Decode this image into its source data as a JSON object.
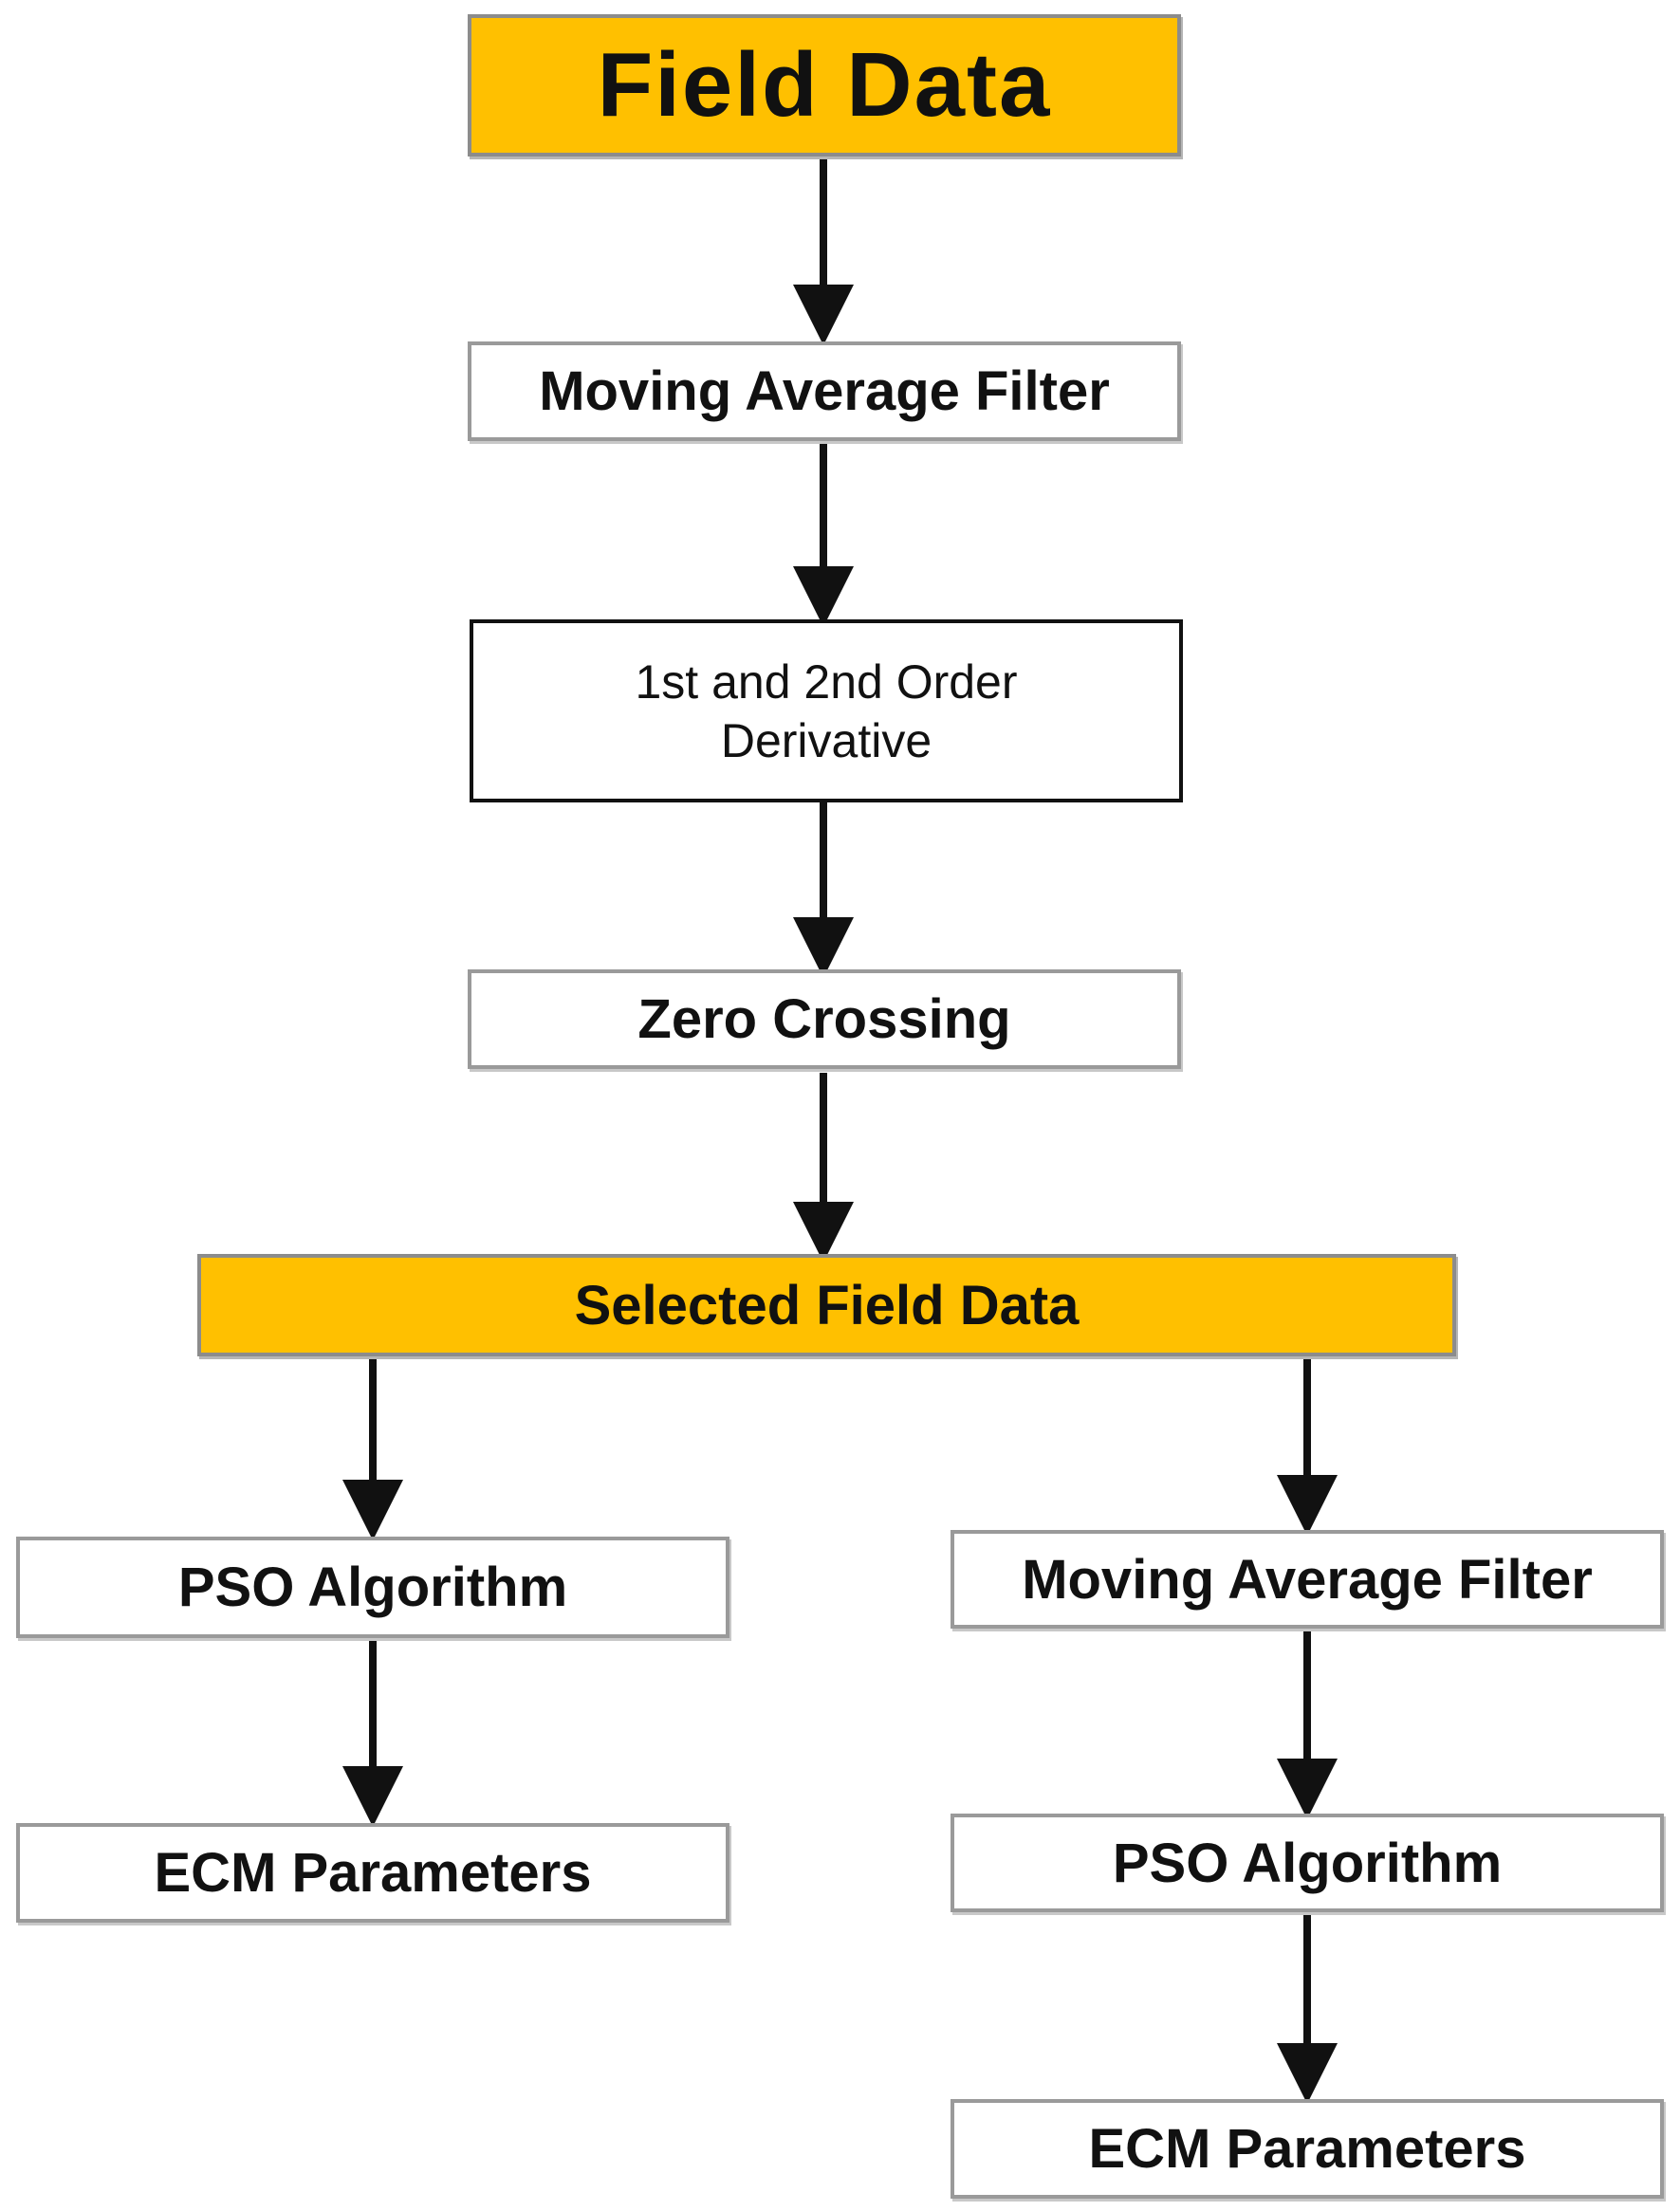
{
  "colors": {
    "highlight_fill": "#ffc000",
    "arrow": "#111111"
  },
  "nodes": {
    "field_data": "Field Data",
    "moving_average_filter_1": "Moving Average Filter",
    "derivative": "1st and 2nd Order\nDerivative",
    "zero_crossing": "Zero Crossing",
    "selected_field_data": "Selected Field Data",
    "pso_left": "PSO Algorithm",
    "ecm_left": "ECM Parameters",
    "moving_average_filter_2": "Moving Average Filter",
    "pso_right": "PSO Algorithm",
    "ecm_right": "ECM Parameters"
  },
  "edges": [
    {
      "from": "field_data",
      "to": "moving_average_filter_1"
    },
    {
      "from": "moving_average_filter_1",
      "to": "derivative"
    },
    {
      "from": "derivative",
      "to": "zero_crossing"
    },
    {
      "from": "zero_crossing",
      "to": "selected_field_data"
    },
    {
      "from": "selected_field_data",
      "to": "pso_left"
    },
    {
      "from": "pso_left",
      "to": "ecm_left"
    },
    {
      "from": "selected_field_data",
      "to": "moving_average_filter_2"
    },
    {
      "from": "moving_average_filter_2",
      "to": "pso_right"
    },
    {
      "from": "pso_right",
      "to": "ecm_right"
    }
  ]
}
